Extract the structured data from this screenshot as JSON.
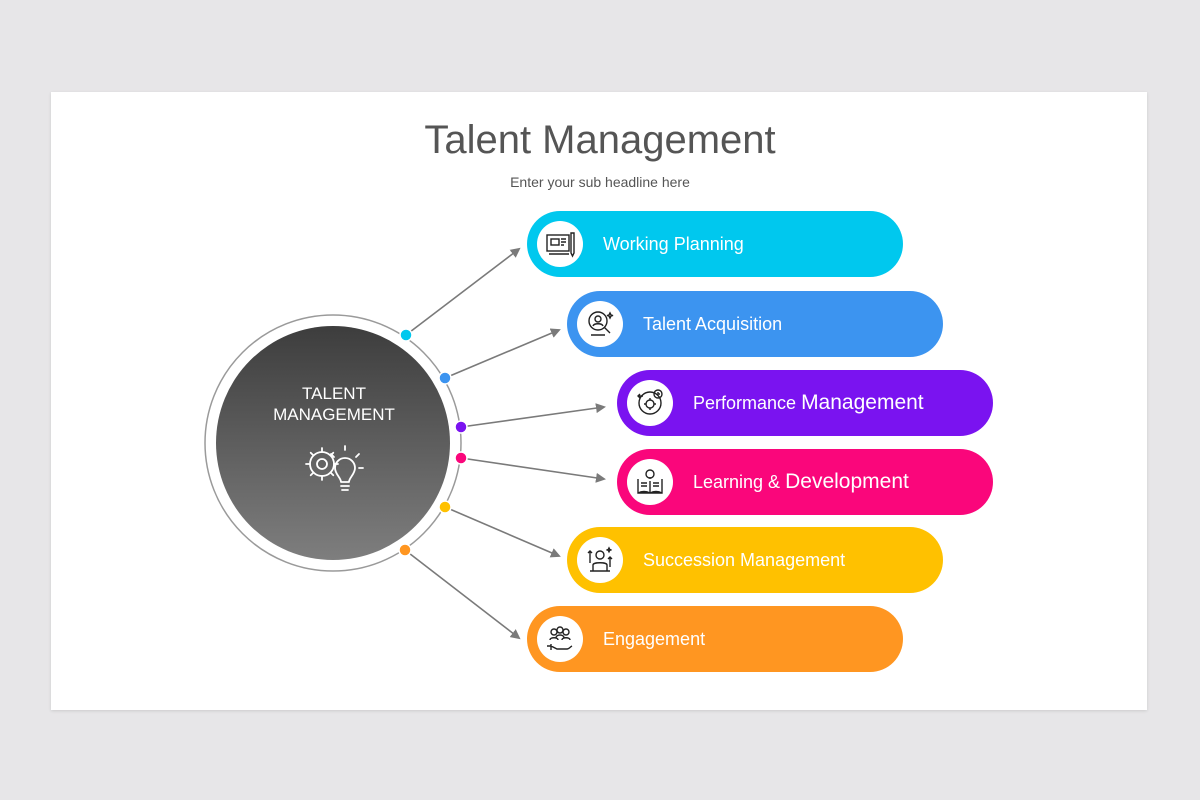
{
  "header": {
    "title": "Talent Management",
    "subtitle": "Enter your sub headline here"
  },
  "hub": {
    "line1": "TALENT",
    "line2": "MANAGEMENT",
    "icon": "gear-lightbulb-icon",
    "colors": {
      "top": "#3d3d3d",
      "bottom": "#7e7e7e",
      "ring": "#9a9a9a"
    }
  },
  "items": [
    {
      "label": "Working Planning",
      "color": "#00c8ee",
      "icon": "blueprint-planning-icon"
    },
    {
      "label": "Talent Acquisition",
      "color": "#3c94f0",
      "icon": "magnifier-candidate-icon"
    },
    {
      "label_small": "Performance",
      "label_big": "Management",
      "color": "#7a13f0",
      "icon": "gear-clock-hand-icon"
    },
    {
      "label_small": "Learning &",
      "label_big": "Development",
      "color": "#fa067b",
      "icon": "book-lightbulb-icon"
    },
    {
      "label": "Succession Management",
      "color": "#ffc100",
      "icon": "person-growth-icon"
    },
    {
      "label": "Engagement",
      "color": "#ff9621",
      "icon": "hand-people-icon"
    }
  ]
}
